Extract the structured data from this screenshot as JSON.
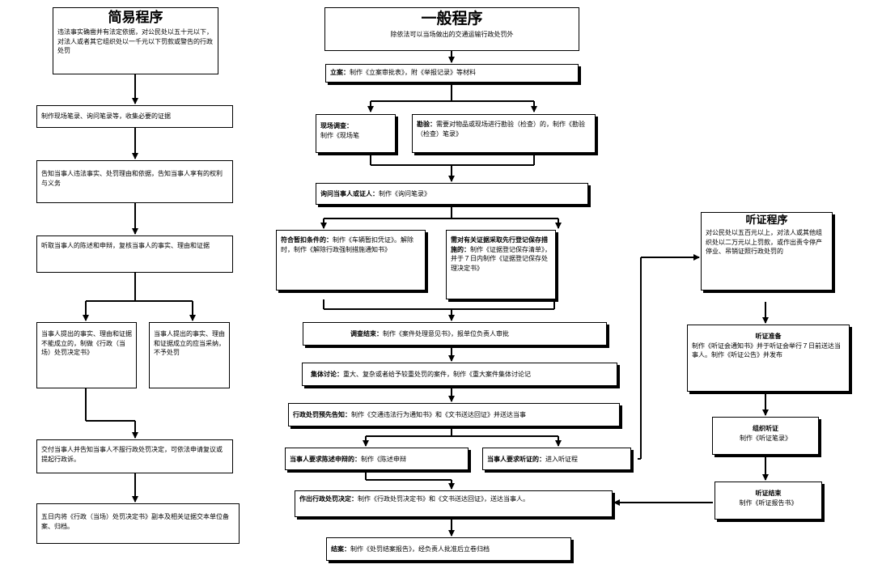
{
  "simple": {
    "title": "简易程序",
    "desc": "违法事实确凿并有法定依据，对公民处以五十元以下，对法人或者其它组织处以一千元以下罚款或警告的行政处罚",
    "step1": "制作现场笔录、询问笔录等，收集必要的证据",
    "step2": "告知当事人违法事实、处罚理由和依据，告知当事人享有的权利与义务",
    "step3": "听取当事人的陈述和申辩，复核当事人的事实、理由和证据",
    "branch_left": "当事人提出的事实、理由和证据不能成立的，制做《行政（当场）处罚决定书》",
    "branch_right": "当事人提出的事实、理由和证据成立的应当采纳，不予处罚",
    "step4": "交付当事人并告知当事人不服行政处罚决定，可依法申请复议或提起行政诉。",
    "step5": "五日内将《行政（当场）处罚决定书》副本及相关证据交本单位备案、归档。"
  },
  "general": {
    "title": "一般程序",
    "subtitle": "除依法可以当场做出的交通运输行政处罚外",
    "case_filing": {
      "label": "立案：",
      "text": "制作《立案审批表》，附《举报记录》等材料"
    },
    "site_investigation": {
      "label": "现场调查：",
      "text": "制作《现场笔"
    },
    "inspection": {
      "label": "勘验：",
      "text": "需要对物品或现场进行勘验（检查）的，制作《勘验（检查）笔录》"
    },
    "inquiry": {
      "label": "询问当事人或证人：",
      "text": "制作《询问笔录》"
    },
    "detention": {
      "label": "符合暂扣条件的：",
      "text": "制作《车辆暂扣凭证》。解除时，制作《解除行政强制措施通知书》"
    },
    "evidence": {
      "label": "需对有关证据采取先行登记保存措施的：",
      "text": "制作《证据登记保存清单》，并于７日内制作《证据登记保存处理决定书》"
    },
    "investigation_end": {
      "label": "调查结束：",
      "text": "制作《案件处理意见书》，报单位负责人审批"
    },
    "collective": {
      "label": "集体讨论：",
      "text": "重大、复杂或者给予较重处罚的案件，制作《重大案件集体讨论记"
    },
    "notice": {
      "label": "行政处罚预先告知：",
      "text": "制作《交通违法行为通知书》和《文书送达回证》并送达当事"
    },
    "statement": {
      "label": "当事人要求陈述申辩的：",
      "text": "制作《陈述申辩"
    },
    "hearing_request": {
      "label": "当事人要求听证的：",
      "text": "进入听证程"
    },
    "decision": {
      "label": "作出行政处罚决定：",
      "text": "制作《行政处罚决定书》和《文书送达回证》，送达当事人。"
    },
    "closing": {
      "label": "结案：",
      "text": "制作《处罚结案报告》，经负责人批准后立卷归档"
    }
  },
  "hearing": {
    "title": "听证程序",
    "desc": "对公民处以五百元以上，对法人或其他组织处以二万元以上罚款，或作出责令停产停业、吊销证照行政处罚的",
    "prep": {
      "label": "听证准备",
      "text": "制作《听证会通知书》并于听证会举行７日前送达当事人。制作《听证公告》并发布"
    },
    "organize": {
      "label": "组织听证",
      "text": "制作《听证笔录》"
    },
    "end": {
      "label": "听证结束",
      "text": "制作《听证报告书》"
    }
  }
}
